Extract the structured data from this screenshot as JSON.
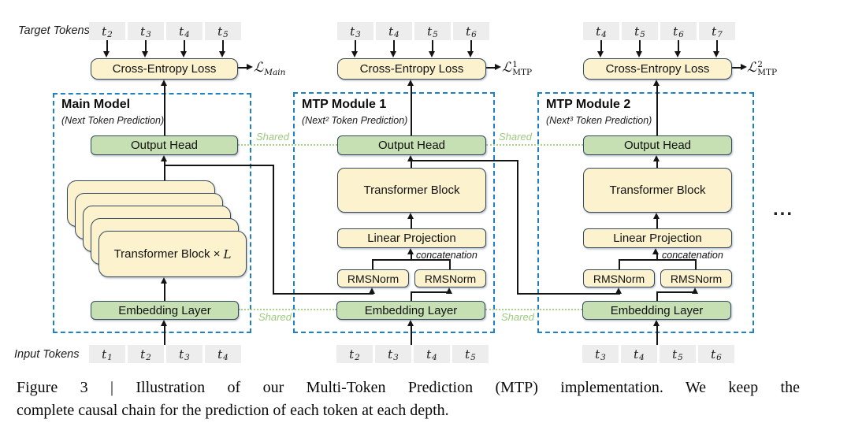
{
  "figure": {
    "target_tokens_label": "Target Tokens",
    "input_tokens_label": "Input Tokens",
    "cross_entropy_label": "Cross-Entropy Loss",
    "output_head_label": "Output Head",
    "embedding_label": "Embedding Layer",
    "transformer_block_label": "Transformer Block",
    "transformer_stack_label": "Transformer Block ×",
    "transformer_stack_var": "L",
    "linear_projection_label": "Linear Projection",
    "rmsnorm_label": "RMSNorm",
    "concatenation_label": "concatenation",
    "shared_label": "Shared",
    "ellipsis": "...",
    "colors": {
      "box_yellow": "#fcf2cd",
      "box_green": "#c6e0b4",
      "box_border": "#35495e",
      "dashed_blue": "#1e81c4",
      "shared_green": "#9ccb7e",
      "token_gray": "#ededed"
    },
    "modules": [
      {
        "title": "Main Model",
        "subtitle": "(Next Token Prediction)",
        "loss": {
          "base": "ℒ",
          "sup": "",
          "sub": "Main"
        },
        "target_tokens": [
          {
            "b": "t",
            "s": "2"
          },
          {
            "b": "t",
            "s": "3"
          },
          {
            "b": "t",
            "s": "4"
          },
          {
            "b": "t",
            "s": "5"
          }
        ],
        "input_tokens": [
          {
            "b": "t",
            "s": "1"
          },
          {
            "b": "t",
            "s": "2"
          },
          {
            "b": "t",
            "s": "3"
          },
          {
            "b": "t",
            "s": "4"
          }
        ]
      },
      {
        "title": "MTP Module 1",
        "subtitle": "(Next² Token Prediction)",
        "loss": {
          "base": "ℒ",
          "sup": "1",
          "sub": "MTP"
        },
        "target_tokens": [
          {
            "b": "t",
            "s": "3"
          },
          {
            "b": "t",
            "s": "4"
          },
          {
            "b": "t",
            "s": "5"
          },
          {
            "b": "t",
            "s": "6"
          }
        ],
        "input_tokens": [
          {
            "b": "t",
            "s": "2"
          },
          {
            "b": "t",
            "s": "3"
          },
          {
            "b": "t",
            "s": "4"
          },
          {
            "b": "t",
            "s": "5"
          }
        ]
      },
      {
        "title": "MTP Module 2",
        "subtitle": "(Next³ Token Prediction)",
        "loss": {
          "base": "ℒ",
          "sup": "2",
          "sub": "MTP"
        },
        "target_tokens": [
          {
            "b": "t",
            "s": "4"
          },
          {
            "b": "t",
            "s": "5"
          },
          {
            "b": "t",
            "s": "6"
          },
          {
            "b": "t",
            "s": "7"
          }
        ],
        "input_tokens": [
          {
            "b": "t",
            "s": "3"
          },
          {
            "b": "t",
            "s": "4"
          },
          {
            "b": "t",
            "s": "5"
          },
          {
            "b": "t",
            "s": "6"
          }
        ]
      }
    ]
  },
  "caption": {
    "line1": "Figure 3 | Illustration of our Multi-Token Prediction (MTP) implementation. We keep the",
    "line2": "complete causal chain for the prediction of each token at each depth."
  }
}
